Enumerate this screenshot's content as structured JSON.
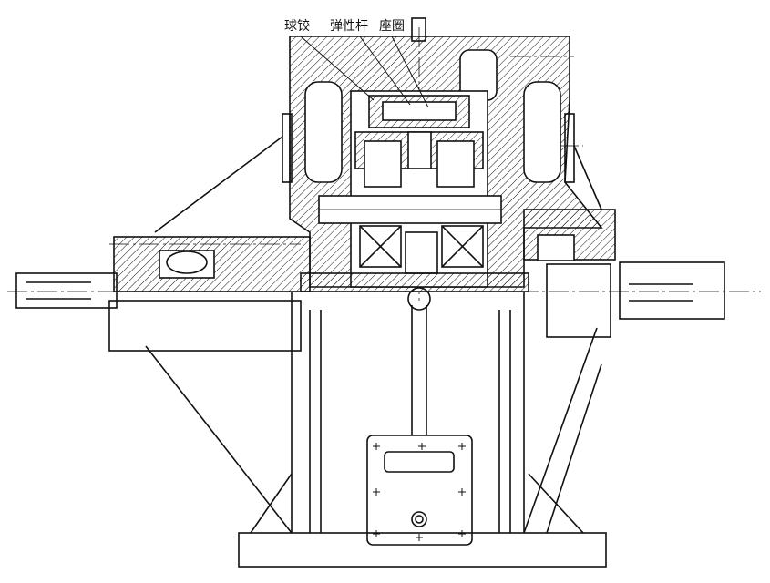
{
  "labels": {
    "ball_joint": "球铰",
    "elastic_rod": "弹性杆",
    "seat_ring": "座圈"
  },
  "colors": {
    "line": "#111111",
    "background": "#ffffff"
  }
}
